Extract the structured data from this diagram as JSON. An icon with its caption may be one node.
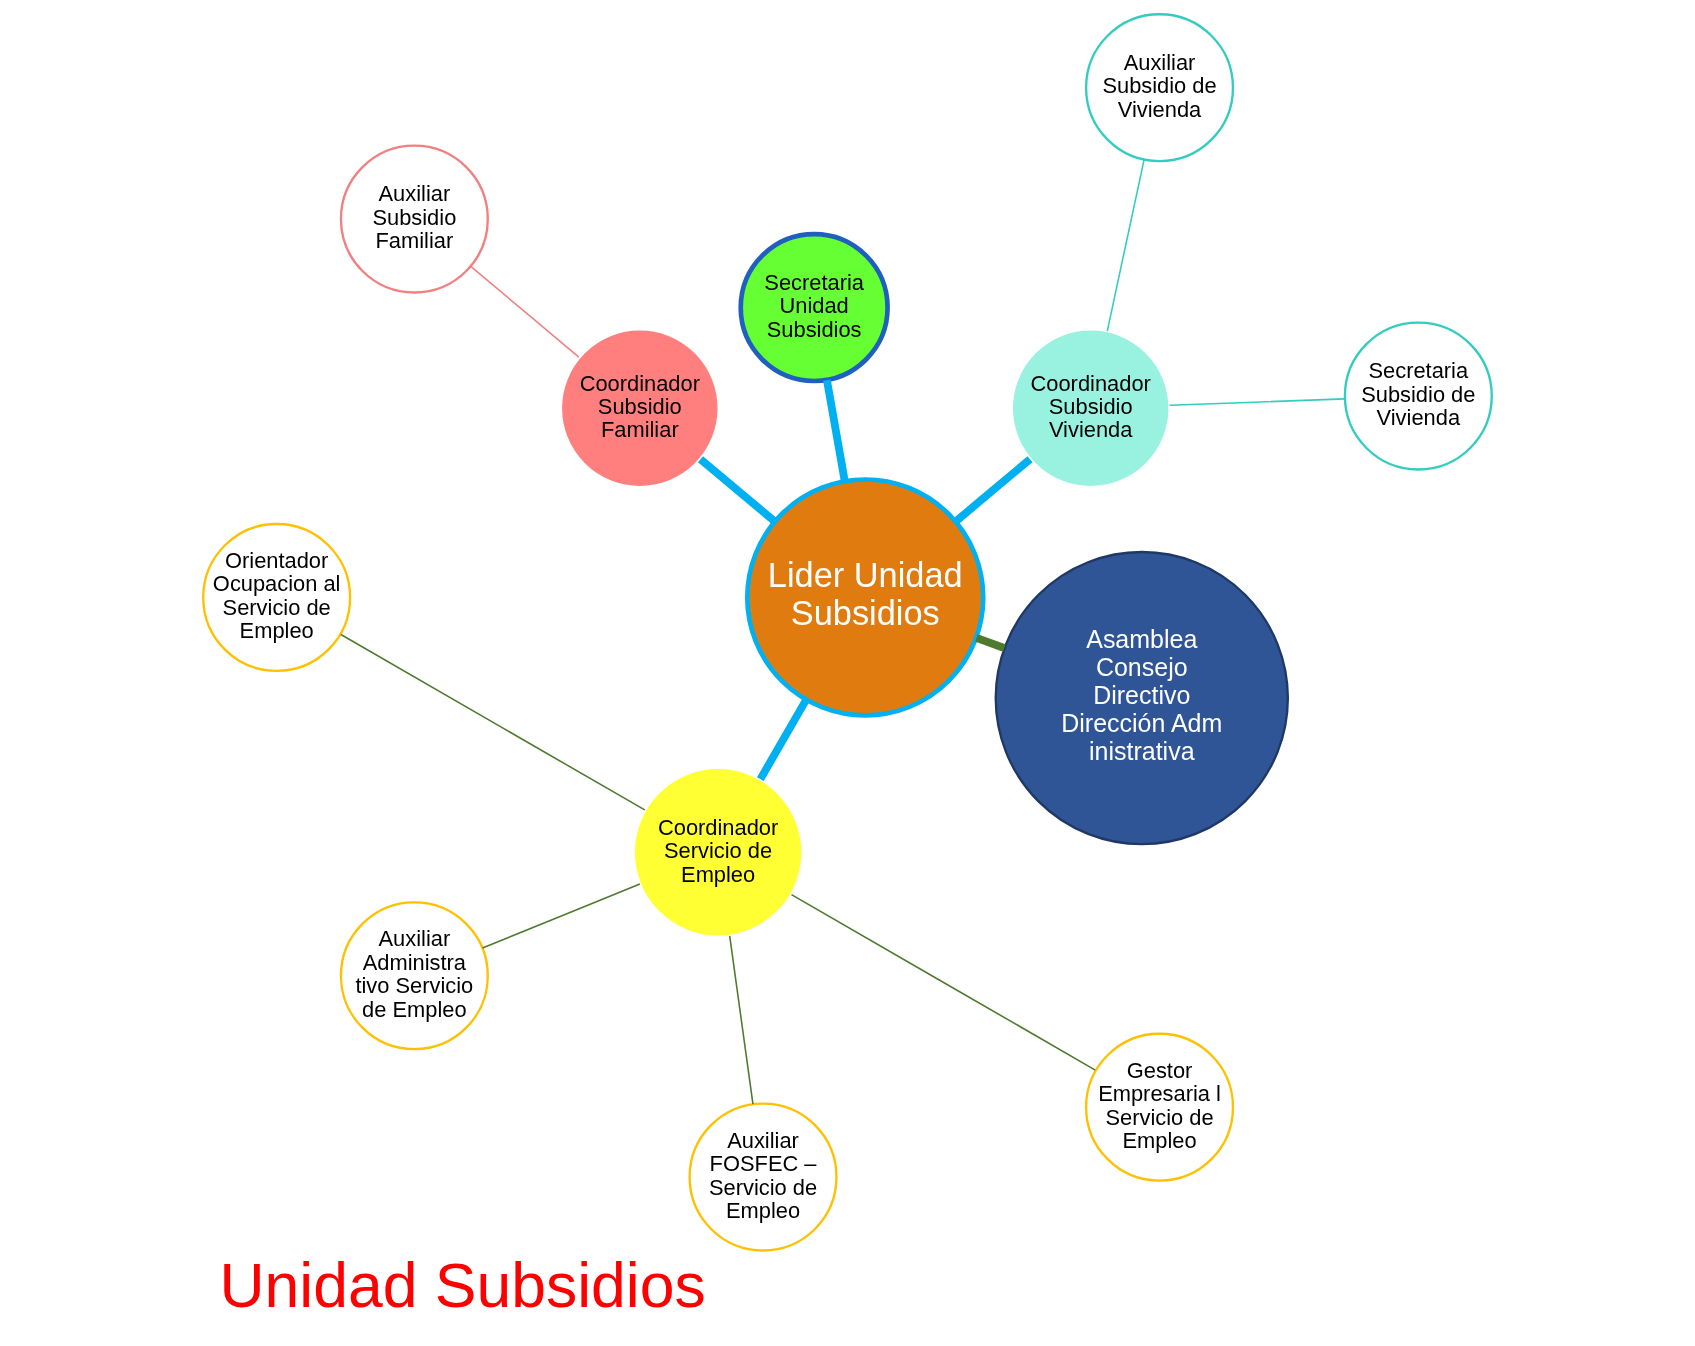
{
  "diagram": {
    "title": "Unidad Subsidios",
    "nodes": [
      {
        "text": [
          "Asamblea Consejo Directivo",
          "Dirección Administrativa"
        ]
      },
      {
        "text": [
          "Lider Unidad Subsidios"
        ]
      },
      {
        "text": [
          "Secretaria Subsidio de Vivienda"
        ]
      },
      {
        "text": [
          "Coordinador Subsidio Vivienda"
        ]
      },
      {
        "text": [
          "Auxiliar Subsidio de Vivienda"
        ]
      },
      {
        "text": [
          "Secretaria Unidad Subsidios"
        ]
      },
      {
        "text": [
          "Coordinador Subsidio Familiar"
        ]
      },
      {
        "text": [
          "Auxiliar Subsidio Familiar"
        ]
      },
      {
        "text": [
          "Coordinador Servicio de Empleo"
        ]
      },
      {
        "text": [
          "Orientador Ocupacion al Servicio de Empleo"
        ]
      },
      {
        "text": [
          "Auxiliar Administra tivo Servicio de Empleo"
        ]
      },
      {
        "text": [
          "Auxiliar FOSFEC – Servicio de Empleo"
        ]
      },
      {
        "text": [
          "Gestor Empresaria l Servicio de Empleo"
        ]
      }
    ],
    "edges": [
      {
        "from": 0,
        "to": 1,
        "arrow": "none",
        "style": "thick",
        "color": "#4e7a2e"
      },
      {
        "from": 1,
        "to": 3,
        "arrow": "none",
        "style": "thick",
        "color": "#00b0f0"
      },
      {
        "from": 1,
        "to": 5,
        "arrow": "none",
        "style": "thick",
        "color": "#00b0f0"
      },
      {
        "from": 1,
        "to": 6,
        "arrow": "none",
        "style": "thick",
        "color": "#00b0f0"
      },
      {
        "from": 1,
        "to": 8,
        "arrow": "none",
        "style": "thick",
        "color": "#00b0f0"
      },
      {
        "from": 3,
        "to": 2,
        "arrow": "none",
        "color": "#33ccc0"
      },
      {
        "from": 3,
        "to": 4,
        "arrow": "none",
        "color": "#33ccc0"
      },
      {
        "from": 6,
        "to": 7,
        "arrow": "none",
        "color": "#f28080"
      },
      {
        "from": 8,
        "to": 9,
        "arrow": "none",
        "color": "#4e7a2e"
      },
      {
        "from": 8,
        "to": 10,
        "arrow": "none",
        "color": "#4e7a2e"
      },
      {
        "from": 8,
        "to": 11,
        "arrow": "none",
        "color": "#4e7a2e"
      },
      {
        "from": 8,
        "to": 12,
        "arrow": "none",
        "color": "#4e7a2e"
      }
    ]
  }
}
